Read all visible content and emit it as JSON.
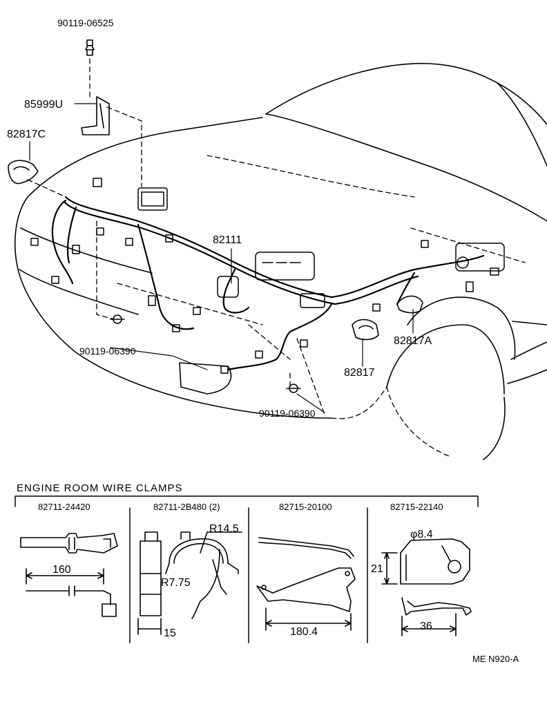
{
  "diagram": {
    "callouts": {
      "bolt_top": "90119-06525",
      "bracket": "85999U",
      "clamp_c": "82817C",
      "harness": "82111",
      "bolt_left": "90119-06390",
      "bolt_bottom": "90119-06390",
      "clamp": "82817",
      "clamp_a": "82817A"
    },
    "section": {
      "title": "ENGINE ROOM WIRE CLAMPS",
      "columns": [
        {
          "part": "82711-24420",
          "dims": [
            "160"
          ]
        },
        {
          "part": "82711-2B480 (2)",
          "dims": [
            "R14.5",
            "R7.75",
            "15"
          ]
        },
        {
          "part": "82715-20100",
          "dims": [
            "180.4"
          ]
        },
        {
          "part": "82715-22140",
          "dims": [
            "φ8.4",
            "21",
            "36"
          ]
        }
      ]
    },
    "footer_code": "ME  N920-A"
  }
}
